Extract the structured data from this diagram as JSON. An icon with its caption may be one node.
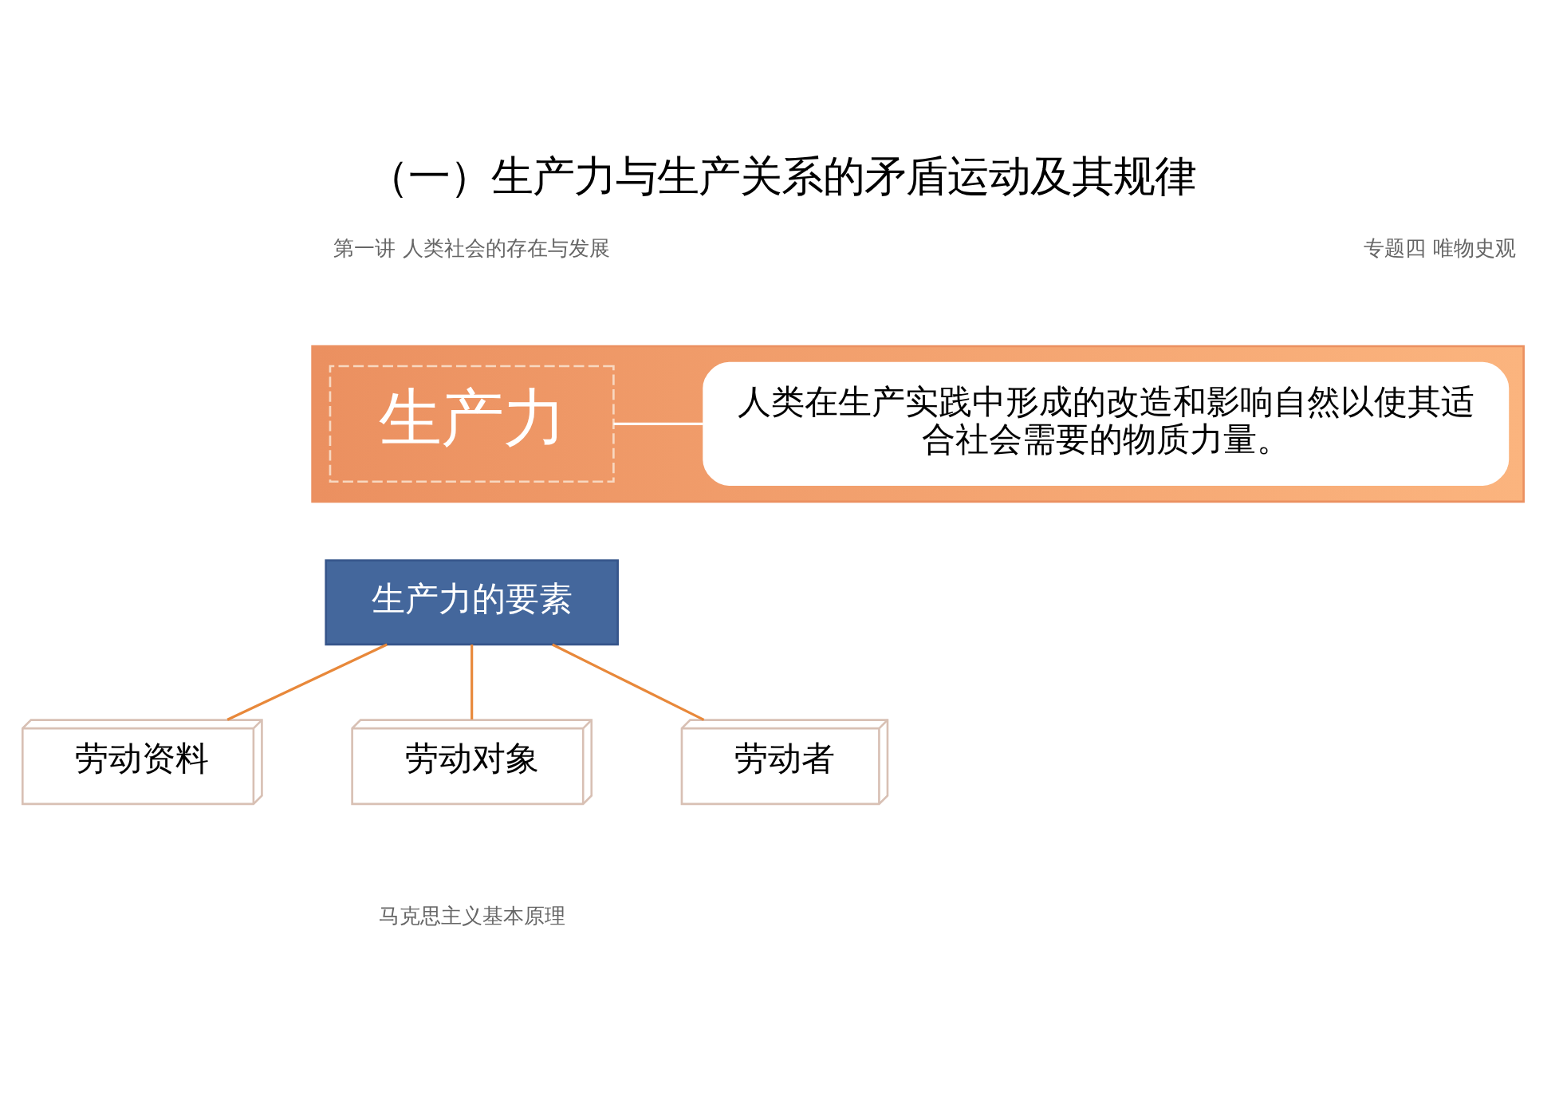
{
  "diagram": {
    "title": "（一）生产力与生产关系的矛盾运动及其规律",
    "nodes": [
      {
        "text": [],
        "shape": "bar"
      },
      {
        "text": [
          "生产力"
        ],
        "in": 0
      },
      {
        "text": [
          "人类在生产实践中形成的改造和影响自然以使其适合社会需要的物质力量。"
        ],
        "in": 0
      },
      {
        "text": [
          "生产力的要素"
        ]
      },
      {
        "text": [
          "劳动资料"
        ]
      },
      {
        "text": [
          "劳动对象"
        ]
      },
      {
        "text": [
          "劳动者"
        ]
      }
    ],
    "edges": [
      {
        "from": 1,
        "to": 2,
        "arrow": "none",
        "color": "#ffffff"
      },
      {
        "from": 3,
        "to": 4,
        "arrow": "none"
      },
      {
        "from": 3,
        "to": 5,
        "arrow": "none"
      },
      {
        "from": 3,
        "to": 6,
        "arrow": "none"
      }
    ],
    "labels": [
      "第一讲 人类社会的存在与发展",
      "专题四 唯物史观",
      "马克思主义基本原理"
    ]
  }
}
